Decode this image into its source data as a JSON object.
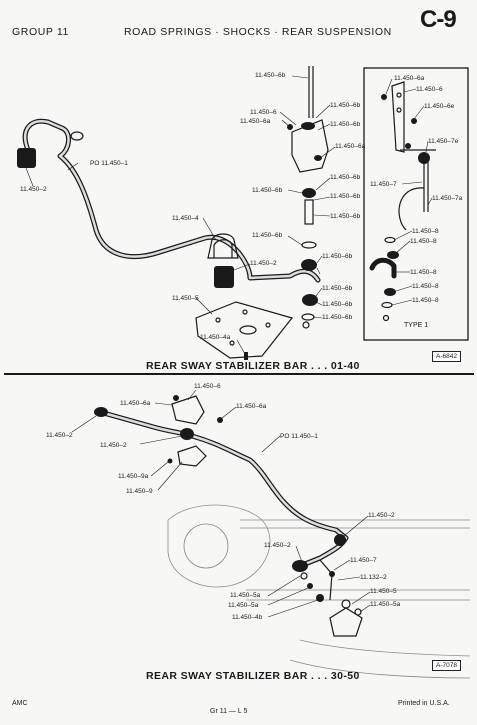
{
  "header": {
    "group": "GROUP 11",
    "title": "ROAD SPRINGS · SHOCKS · REAR SUSPENSION",
    "page": "C-9"
  },
  "diagram1": {
    "caption": "REAR SWAY STABILIZER BAR . . . 01-40",
    "figure_id": "A-6842",
    "type_label": "TYPE 1",
    "labels": {
      "l_6b_top": "11.450–6b",
      "l_6": "11.450–6",
      "l_6b_r1": "11.450–6b",
      "l_6a_l": "11.450–6a",
      "l_6b_r2": "11.450–6b",
      "l_6a_r": "11.450–6a",
      "l_po1": "PO 11.450–1",
      "l_2": "11.450–2",
      "l_6b_a": "11.450–6b",
      "l_6b_b": "11.450–6b",
      "l_6b_c": "11.450–6b",
      "l_4": "11.450–4",
      "l_6b_d": "11.450–6b",
      "l_6b_e": "11.450–6b",
      "l_2b": "11.450–2",
      "l_6b_f": "11.450–6b",
      "l_5": "11.450–5",
      "l_6b_g": "11.450–6b",
      "l_6b_h": "11.450–6b",
      "l_6b_i": "11.450–6b",
      "l_4a": "11.450–4a",
      "t_6a": "11.450–6a",
      "t_6": "11.450–6",
      "t_6e": "11.450–6e",
      "t_7e": "11.450–7e",
      "t_7": "11.450–7",
      "t_7a": "11.450–7a",
      "t_8a": "11.450–8",
      "t_8b": "11.450–8",
      "t_8c": "11.450–8",
      "t_8d": "11.450–8",
      "t_8e": "11.450–8"
    }
  },
  "diagram2": {
    "caption": "REAR SWAY STABILIZER BAR . . . 30-50",
    "figure_id": "A-7078",
    "labels": {
      "m_6": "11.450–6",
      "m_6a_l": "11.450–6a",
      "m_6a_r": "11.450–6a",
      "m_2l": "11.450–2",
      "m_2c": "11.450–2",
      "m_po1": "PO 11.450–1",
      "m_9a": "11.450–9a",
      "m_9": "11.450–9",
      "m_2r": "11.450–2",
      "m_2d": "11.450–2",
      "m_7": "11.450–7",
      "m_132": "11.132–2",
      "m_5a1": "11.450–5a",
      "m_5a2": "11.450–5a",
      "m_5": "11.450–5",
      "m_5a3": "11.450–5a",
      "m_4b": "11.450–4b"
    }
  },
  "footer": {
    "left": "AMC",
    "center": "Gr 11 — L 5",
    "right": "Printed in U.S.A."
  }
}
